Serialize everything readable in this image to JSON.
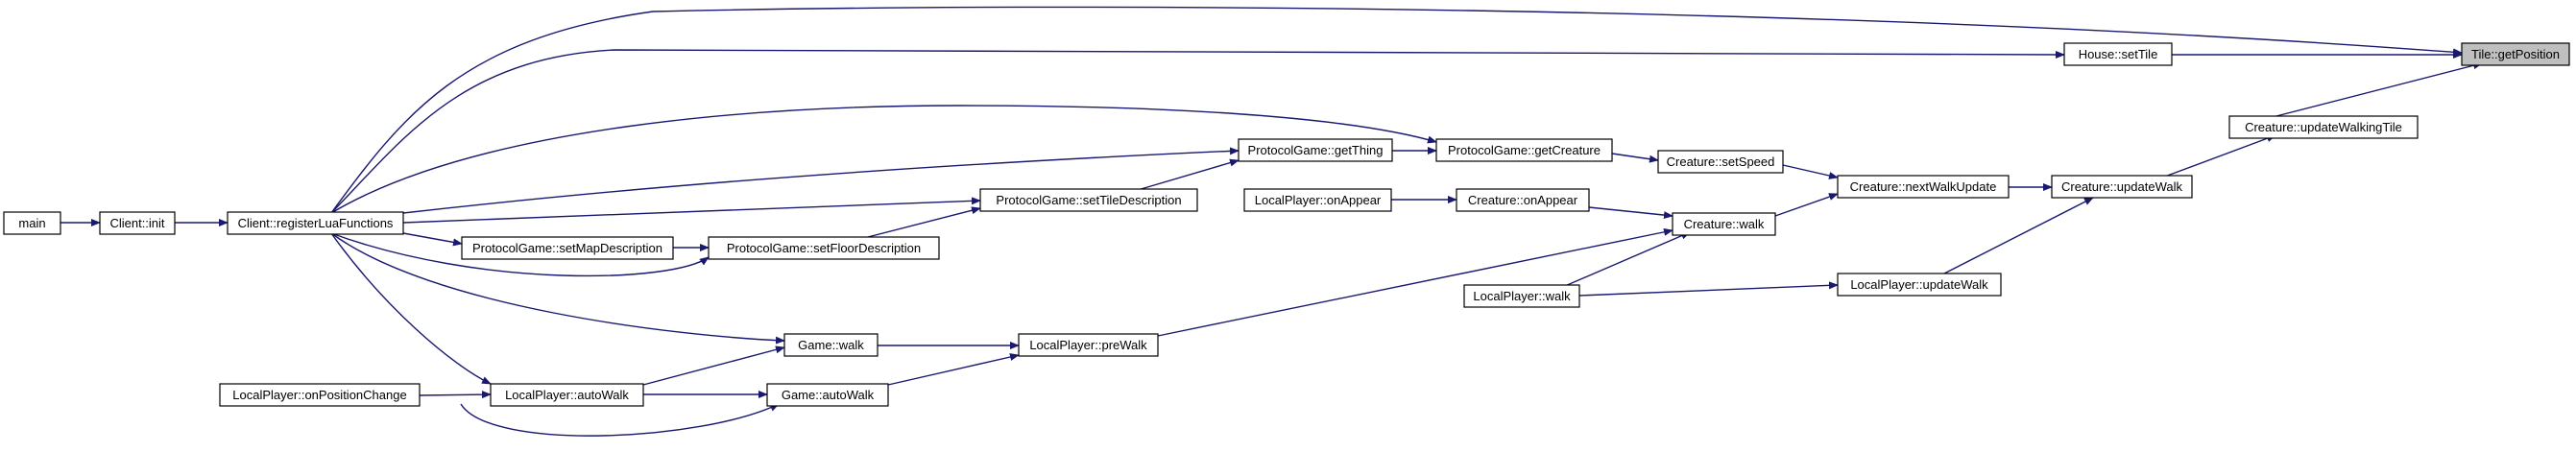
{
  "colors": {
    "edge": "#191970",
    "node_border": "#000000",
    "node_fill": "#ffffff",
    "current_fill": "#bfbfbf",
    "background": "#ffffff"
  },
  "nodes": {
    "main": "main",
    "client_init": "Client::init",
    "register_lua": "Client::registerLuaFunctions",
    "set_map_description": "ProtocolGame::setMapDescription",
    "set_floor_description": "ProtocolGame::setFloorDescription",
    "set_tile_description": "ProtocolGame::setTileDescription",
    "get_thing": "ProtocolGame::getThing",
    "get_creature": "ProtocolGame::getCreature",
    "on_position_change": "LocalPlayer::onPositionChange",
    "auto_walk": "LocalPlayer::autoWalk",
    "game_walk": "Game::walk",
    "game_auto_walk": "Game::autoWalk",
    "pre_walk": "LocalPlayer::preWalk",
    "lp_on_appear": "LocalPlayer::onAppear",
    "creature_on_appear": "Creature::onAppear",
    "lp_walk": "LocalPlayer::walk",
    "set_speed": "Creature::setSpeed",
    "creature_walk": "Creature::walk",
    "next_walk_update": "Creature::nextWalkUpdate",
    "lp_update_walk": "LocalPlayer::updateWalk",
    "creature_update_walk": "Creature::updateWalk",
    "update_walking_tile": "Creature::updateWalkingTile",
    "house_set_tile": "House::setTile",
    "tile_get_position": "Tile::getPosition"
  }
}
